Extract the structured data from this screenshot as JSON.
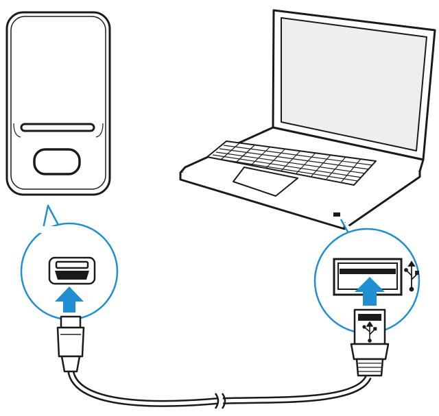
{
  "diagram": {
    "colors": {
      "line": "#1a1a1a",
      "callout_ring": "#1f8fd1",
      "arrow": "#1f8fd1",
      "screen": "#ececec",
      "device_body": "#ffffff",
      "background": "#ffffff"
    },
    "icons": {
      "usb_symbol": "usb-icon",
      "insert_arrow": "arrow-up-icon"
    },
    "parts": [
      "media-player",
      "laptop",
      "micro-usb-port-callout",
      "usb-a-port-callout",
      "usb-cable"
    ]
  }
}
